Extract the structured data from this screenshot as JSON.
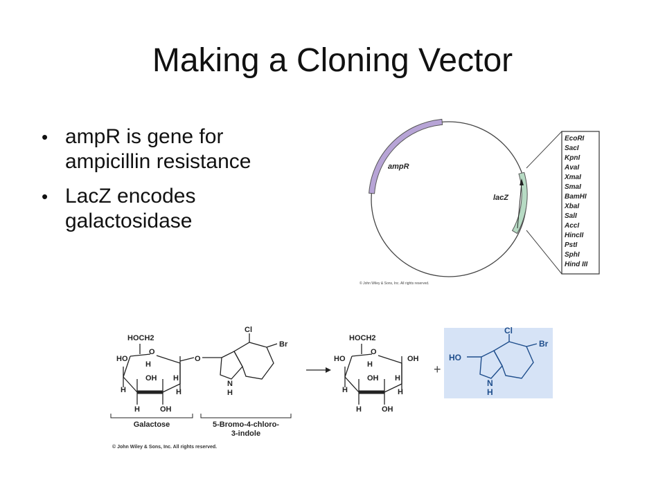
{
  "slide": {
    "title": "Making a Cloning Vector",
    "bullets": [
      {
        "text": "ampR is gene for ampicillin resistance"
      },
      {
        "text": "LacZ encodes galactosidase"
      }
    ]
  },
  "plasmid": {
    "ampR_label": "ampR",
    "lacZ_label": "lacZ",
    "sites": [
      "EcoRI",
      "SacI",
      "KpnI",
      "AvaI",
      "XmaI",
      "SmaI",
      "BamHI",
      "XbaI",
      "SalI",
      "AccI",
      "HincII",
      "PstI",
      "SphI",
      "Hind III"
    ],
    "copyright": "© John Wiley & Sons, Inc. All rights reserved.",
    "colors": {
      "ampR": "#b7a4d6",
      "lacZ": "#b7dbc4"
    }
  },
  "reaction": {
    "left": {
      "hoch2": "HOCH2",
      "o_ring": "O",
      "o_link": "O",
      "ho": "HO",
      "h": "H",
      "oh": "OH",
      "cl": "Cl",
      "br": "Br",
      "n": "N"
    },
    "right": {
      "hoch2": "HOCH2",
      "o_ring": "O",
      "oh": "OH",
      "ho": "HO",
      "h": "H",
      "cl": "Cl",
      "br": "Br",
      "n": "N"
    },
    "plus": "+",
    "galactose_label": "Galactose",
    "indole_label_1": "5-Bromo-4-chloro-",
    "indole_label_2": "3-indole",
    "copyright": "© John Wiley & Sons, Inc. All rights reserved.",
    "colors": {
      "product_box": "#d6e3f6",
      "product_text": "#1f4e8c"
    }
  }
}
